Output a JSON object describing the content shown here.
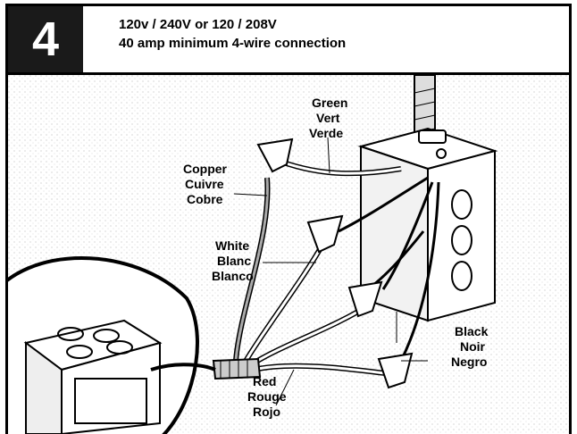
{
  "step": {
    "number": "4"
  },
  "header": {
    "line1": "120v / 240V or 120 / 208V",
    "line2": "40 amp minimum   4-wire connection"
  },
  "labels": {
    "green": [
      "Green",
      "Vert",
      "Verde"
    ],
    "copper": [
      "Copper",
      "Cuivre",
      "Cobre"
    ],
    "white": [
      "White",
      "Blanc",
      "Blanco"
    ],
    "black": [
      "Black",
      "Noir",
      "Negro"
    ],
    "red": [
      "Red",
      "Rouge",
      "Rojo"
    ]
  }
}
